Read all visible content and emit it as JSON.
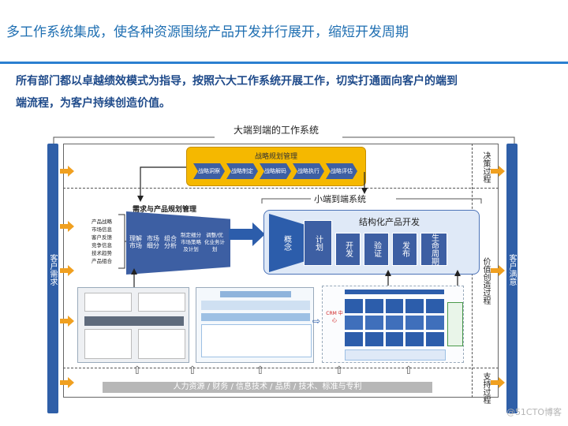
{
  "header": {
    "title": "多工作系统集成，使各种资源围绕产品开发并行展开，缩短开发周期",
    "intro_line1": "所有部门都以卓越绩效模式为指导，按照六大工作系统开展工作，切实打通面向客户的端到",
    "intro_line2": "端流程，为客户持续创造价值。"
  },
  "diagram": {
    "end_to_end_caption": "大端到端的工作系统",
    "small_end_to_end_caption": "小端到端系统",
    "left_bar_label": "客户需求",
    "right_bar_label": "客户满意",
    "right_labels": {
      "decision": "决策过程",
      "value": "价值创造过程",
      "support": "支持过程"
    },
    "strategy": {
      "title": "战略规划管理",
      "steps": [
        "战略洞察",
        "战略制定",
        "战略解码",
        "战略执行",
        "战略评估"
      ]
    },
    "demand": {
      "title": "需求与产品规划管理",
      "inputs": [
        "产品战略",
        "市场信息",
        "客户反馈",
        "竞争信息",
        "技术趋势",
        "产品组合"
      ],
      "stages": [
        "理解市场",
        "市场细分",
        "组合分析",
        "制定细分市场策略及计划",
        "调整/优化业务计划"
      ]
    },
    "structured_dev": {
      "title": "结构化产品开发",
      "stages": [
        "概念",
        "计划",
        "开发",
        "验证",
        "发布",
        "生命周期"
      ]
    },
    "support_bar": "人力资源 / 财务 / 信息技术 / 品质 / 技术、标准与专利",
    "crm_label": "CRM 中心",
    "colors": {
      "primary_blue": "#2f5fa8",
      "gold": "#f5b800",
      "orange": "#f0a020"
    }
  },
  "watermark": "@51CTO博客"
}
